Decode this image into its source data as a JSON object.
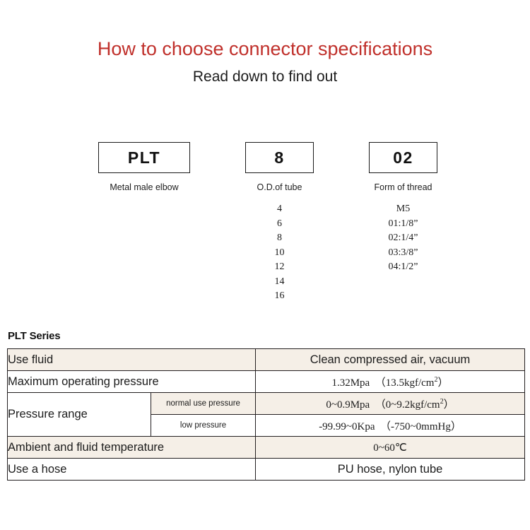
{
  "header": {
    "title": "How to choose connector specifications",
    "subtitle": "Read down to find out",
    "title_color": "#c0302b"
  },
  "code_breakdown": [
    {
      "code": "PLT",
      "caption": "Metal male elbow",
      "options": []
    },
    {
      "code": "8",
      "caption": "O.D.of tube",
      "options": [
        "4",
        "6",
        "8",
        "10",
        "12",
        "14",
        "16"
      ]
    },
    {
      "code": "02",
      "caption": "Form of thread",
      "options": [
        "M5",
        "01:1/8”",
        "02:1/4”",
        "03:3/8”",
        "04:1/2”"
      ]
    }
  ],
  "spec_section": {
    "heading": "PLT Series",
    "rows": {
      "use_fluid_label": "Use fluid",
      "use_fluid_value": "Clean compressed air, vacuum",
      "max_pressure_label": "Maximum operating pressure",
      "max_pressure_value_main": "1.32Mpa （13.5kgf/cm",
      "max_pressure_value_sup": "2",
      "max_pressure_value_tail": "）",
      "pressure_range_label": "Pressure range",
      "normal_use_label": "normal use pressure",
      "normal_use_value_main": "0~0.9Mpa （0~9.2kgf/cm",
      "normal_use_value_sup": "2",
      "normal_use_value_tail": "）",
      "low_pressure_label": "low pressure",
      "low_pressure_value": "-99.99~0Kpa （-750~0mmHg）",
      "temperature_label": "Ambient and fluid temperature",
      "temperature_value": "0~60℃",
      "hose_label": "Use a hose",
      "hose_value": "PU hose, nylon tube"
    }
  },
  "colors": {
    "row_beige": "#f5efe7",
    "row_white": "#ffffff",
    "border": "#231f20"
  }
}
